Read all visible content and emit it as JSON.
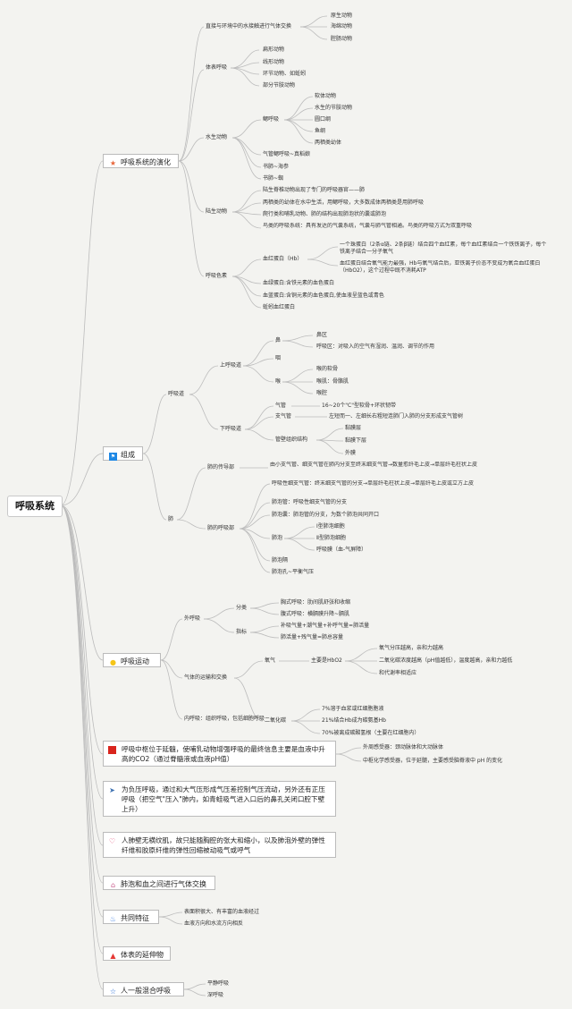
{
  "root": {
    "label": "呼吸系统"
  },
  "colors": {
    "line": "#b9b9b9",
    "star": "#e8663a",
    "flag": "#1e88e5",
    "bulb": "#f5c518",
    "red_square": "#d9251d",
    "plane": "#3a6fb0",
    "heart": "#e0507a",
    "home": "#c95a8c",
    "fire": "#3c7be0",
    "flame": "#e53935",
    "star_outline": "#2a6fd6"
  },
  "evolution": {
    "label": "呼吸系统的演化",
    "icon": "star-icon",
    "b1": {
      "label": "直接与环境中的水接触进行气体交换",
      "items": [
        "原生动物",
        "海绵动物",
        "腔肠动物"
      ]
    },
    "b2": {
      "label": "体表呼吸",
      "items": [
        "扁形动物",
        "线形动物",
        "环节动物、如蚯蚓",
        "部分节肢动物"
      ]
    },
    "b3": {
      "label": "水生动物",
      "gills": {
        "label": "鳃呼吸",
        "items": [
          "软体动物",
          "水生的节肢动物",
          "圆口纲",
          "鱼纲",
          "两栖类幼体"
        ]
      },
      "items": [
        "气管鳃呼吸~真稻娘",
        "书肺~海参"
      ]
    },
    "book_lung": "书肺~蜘",
    "b4": {
      "label": "陆生动物",
      "items": [
        "陆生脊椎动物出现了专门的呼吸器官——肺",
        "两栖类的幼体在水中生活，用鳃呼吸，大多数成体两栖类是用肺呼吸",
        "爬行类和哺乳动物、肺的结构出现肺泡状的囊或肺泡",
        "鸟类的呼吸系统：具有发达的气囊系统，气囊与肺气管相通。鸟类的呼吸方式为双重呼吸"
      ]
    },
    "b5": {
      "label": "呼吸色素",
      "hb": {
        "label": "血红蛋白（Hb）",
        "items": [
          "一个珠蛋白（2条α链、2条β链）结合四个血红素，每个血红素结合一个铁铁离子，每个铁离子结合一分子氧气",
          "血红蛋白结合氧气能力最强，Hb与氧气结合后，亚铁离子价态不变成为氧合血红蛋白（HbO2），这个过程中既不消耗ATP"
        ]
      },
      "items": [
        "血绿蛋白:含铁元素的血色蛋白",
        "血蓝蛋白:含铜元素的血色蛋白,使血液呈蓝色或青色",
        "蚯蚓血红蛋白"
      ]
    }
  },
  "composition": {
    "label": "组成",
    "icon": "flag-icon",
    "tract": {
      "label": "呼吸道",
      "upper": {
        "label": "上呼吸道",
        "nose": {
          "label": "鼻",
          "items": [
            "鼻区",
            "呼吸区：对吸入的空气有湿润、温润、调节的作用"
          ]
        },
        "pharynx": "咽",
        "larynx": {
          "label": "喉",
          "items": [
            "喉的软骨",
            "喉肌：骨骼肌",
            "喉腔"
          ]
        }
      },
      "lower": {
        "label": "下呼吸道",
        "trachea": {
          "label": "气管",
          "text": "16~20个\"C\"型软骨+环状韧带"
        },
        "bronchi": {
          "label": "支气管",
          "text": "左短而一、左细长右粗短连肺门入肺的分支形成支气管树"
        },
        "wall": {
          "label": "管壁组织结构",
          "items": [
            "黏膜层",
            "黏膜下层",
            "外膜"
          ]
        }
      }
    },
    "lung": {
      "label": "肺",
      "conducting": {
        "label": "肺的传导部",
        "text": "由小支气管、细支气管在肺内分支至终末细支气管→数量愈纤毛上皮→单层纤毛柱状上皮"
      },
      "respiratory": {
        "label": "肺的呼吸部",
        "items_top": [
          "呼吸性细支气管：终末细支气管的分支→单层纤毛柱状上皮→单层纤毛上皮或立方上皮",
          "肺泡管：呼吸性细支气管的分支",
          "肺泡囊：肺泡管的分支，为数个肺泡共同开口"
        ],
        "alveoli": {
          "label": "肺泡",
          "items": [
            "Ⅰ型肺泡细胞",
            "Ⅱ型肺泡细胞",
            "呼吸膜（血-气屏障）"
          ]
        },
        "items_bottom": [
          "肺泡隔",
          "肺泡孔~平衡气压"
        ]
      }
    }
  },
  "movement": {
    "label": "呼吸运动",
    "icon": "bulb-icon",
    "external": {
      "label": "外呼吸",
      "classify": {
        "label": "分类",
        "items": [
          "胸式呼吸：肋间肌舒张和收缩",
          "腹式呼吸：横膈膜升降~膈肌"
        ]
      },
      "index": {
        "label": "指标",
        "items": [
          "补吸气量+潮气量+补呼气量=肺活量",
          "肺活量+残气量=肺总容量"
        ]
      }
    },
    "gas": {
      "label": "气体的运输和交换",
      "o2": {
        "label": "氧气",
        "main": "主要是HbO2",
        "items": [
          "氧气分压越高，亲和力越高",
          "二氧化碳浓度越高（pH值越低），温度越高，亲和力越低",
          "和代谢率相适应"
        ]
      },
      "co2": {
        "label": "二氧化碳",
        "items": [
          "7%溶于血浆或红细胞胞液",
          "21%结合Hb成为碳氨基Hb",
          "70%被离成碳酸氢根（主要在红细胞内）"
        ]
      }
    },
    "internal": "内呼吸：组织呼吸，包括细胞呼吸"
  },
  "notes": [
    {
      "icon": "red-square-icon",
      "text": "呼吸中枢位于延髓，使哺乳动物增强呼吸的最终信息主要是血液中升高的CO2（通过脊髓液或血液pH值）",
      "side": [
        "外周感受器：颈动脉体和大动脉体",
        "中枢化学感受器，位于延髓，主要感受脑脊液中 pH 的变化"
      ]
    },
    {
      "icon": "paper-plane-icon",
      "text": "为负压呼吸，通过和大气压形成气压差控制气压流动，另外还有正压呼吸（把空气\"压入\"肺内，如青蛙吸气进入口后的鼻孔关闭口腔下壁上升）"
    },
    {
      "icon": "heart-icon",
      "text": "人肺壁无横纹肌，故只能随胸腔的张大和缩小，以及肺泡外壁的弹性纤维和胶原纤维的弹性回缩被动吸气或呼气"
    },
    {
      "icon": "home-icon",
      "text": "肺泡和血之间进行气体交换"
    },
    {
      "icon": "fire-icon",
      "text": "共同特征",
      "side": [
        "表面积很大、有丰富的血液经过",
        "血液方向和水流方向相反"
      ]
    },
    {
      "icon": "flame-icon",
      "text": "体表的延伸物"
    },
    {
      "icon": "star-outline-icon",
      "text": "人一般混合呼吸",
      "side": [
        "平静呼吸",
        "深呼吸"
      ]
    }
  ]
}
